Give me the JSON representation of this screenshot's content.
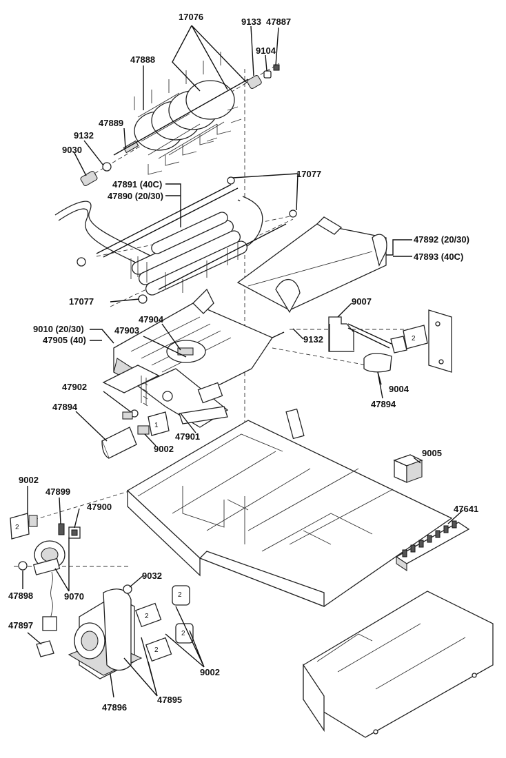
{
  "labels": {
    "l17076": "17076",
    "l9133": "9133",
    "l47887": "47887",
    "l9104": "9104",
    "l47888": "47888",
    "l47889": "47889",
    "l9132a": "9132",
    "l9030": "9030",
    "l17077a": "17077",
    "l47891": "47891 (40C)",
    "l47890": "47890 (20/30)",
    "l47892": "47892 (20/30)",
    "l47893": "47893 (40C)",
    "l17077b": "17077",
    "l9007": "9007",
    "l9132b": "9132",
    "l9010": "9010 (20/30)",
    "l47905": "47905 (40)",
    "l47904": "47904",
    "l47903": "47903",
    "l47902": "47902",
    "l47894a": "47894",
    "l47901": "47901",
    "l9002a": "9002",
    "l9004": "9004",
    "l47894b": "47894",
    "l9005": "9005",
    "l9002b": "9002",
    "l47899": "47899",
    "l47900": "47900",
    "l47641": "47641",
    "l9070": "9070",
    "l47898": "47898",
    "l9032": "9032",
    "l47897": "47897",
    "l9002c": "9002",
    "l47896": "47896",
    "l47895": "47895"
  },
  "switch_marks": {
    "m2": "2",
    "m1": "1"
  }
}
